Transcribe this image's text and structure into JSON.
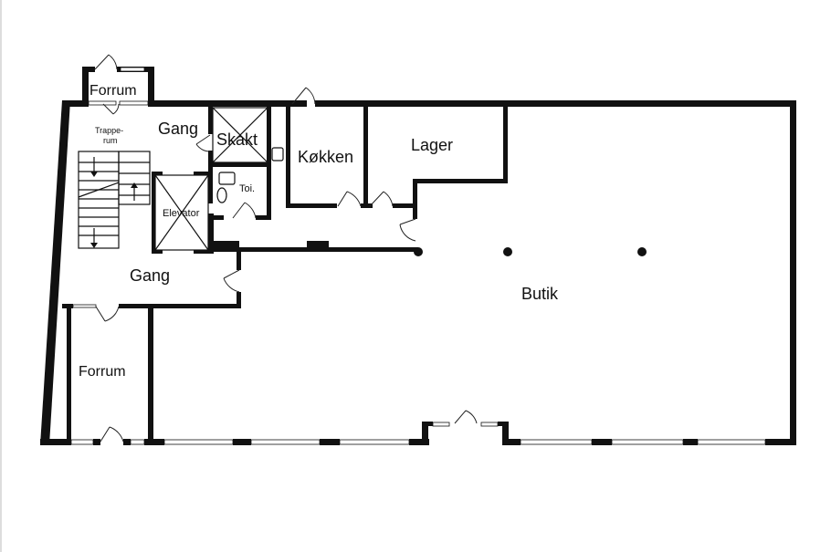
{
  "floorplan": {
    "rooms": {
      "forrum_top": "Forrum",
      "trapperum": "Trappe-\nrum",
      "gang_top": "Gang",
      "skakt": "Skakt",
      "kokken": "Køkken",
      "lager": "Lager",
      "toilet": "Toi.",
      "elevator": "Elevator",
      "gang_main": "Gang",
      "butik": "Butik",
      "forrum_bottom": "Forrum"
    }
  }
}
